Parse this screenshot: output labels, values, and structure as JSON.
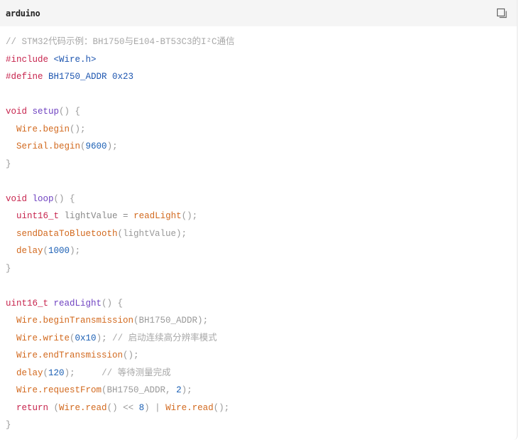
{
  "code_block": {
    "language_label": "arduino",
    "copy_icon": "copy-icon",
    "lines": [
      [
        {
          "t": "comment",
          "v": "// STM32代码示例：BH1750与E104-BT53C3的I²C通信"
        }
      ],
      [
        {
          "t": "directive",
          "v": "#include"
        },
        {
          "t": "plain",
          "v": " "
        },
        {
          "t": "include-path",
          "v": "<Wire.h>"
        }
      ],
      [
        {
          "t": "directive",
          "v": "#define"
        },
        {
          "t": "plain",
          "v": " "
        },
        {
          "t": "macro",
          "v": "BH1750_ADDR 0x23"
        }
      ],
      [],
      [
        {
          "t": "keyword",
          "v": "void"
        },
        {
          "t": "plain",
          "v": " "
        },
        {
          "t": "func-def",
          "v": "setup"
        },
        {
          "t": "punct",
          "v": "() {"
        }
      ],
      [
        {
          "t": "plain",
          "v": "  "
        },
        {
          "t": "func-call",
          "v": "Wire.begin"
        },
        {
          "t": "punct",
          "v": "();"
        }
      ],
      [
        {
          "t": "plain",
          "v": "  "
        },
        {
          "t": "func-call",
          "v": "Serial.begin"
        },
        {
          "t": "punct",
          "v": "("
        },
        {
          "t": "number",
          "v": "9600"
        },
        {
          "t": "punct",
          "v": ");"
        }
      ],
      [
        {
          "t": "punct",
          "v": "}"
        }
      ],
      [],
      [
        {
          "t": "keyword",
          "v": "void"
        },
        {
          "t": "plain",
          "v": " "
        },
        {
          "t": "func-def",
          "v": "loop"
        },
        {
          "t": "punct",
          "v": "() {"
        }
      ],
      [
        {
          "t": "plain",
          "v": "  "
        },
        {
          "t": "type",
          "v": "uint16_t"
        },
        {
          "t": "ident",
          "v": " lightValue = "
        },
        {
          "t": "func-call",
          "v": "readLight"
        },
        {
          "t": "punct",
          "v": "();"
        }
      ],
      [
        {
          "t": "plain",
          "v": "  "
        },
        {
          "t": "func-call",
          "v": "sendDataToBluetooth"
        },
        {
          "t": "punct",
          "v": "(lightValue);"
        }
      ],
      [
        {
          "t": "plain",
          "v": "  "
        },
        {
          "t": "func-call",
          "v": "delay"
        },
        {
          "t": "punct",
          "v": "("
        },
        {
          "t": "number",
          "v": "1000"
        },
        {
          "t": "punct",
          "v": ");"
        }
      ],
      [
        {
          "t": "punct",
          "v": "}"
        }
      ],
      [],
      [
        {
          "t": "type",
          "v": "uint16_t"
        },
        {
          "t": "plain",
          "v": " "
        },
        {
          "t": "func-def",
          "v": "readLight"
        },
        {
          "t": "punct",
          "v": "() {"
        }
      ],
      [
        {
          "t": "plain",
          "v": "  "
        },
        {
          "t": "func-call",
          "v": "Wire.beginTransmission"
        },
        {
          "t": "punct",
          "v": "(BH1750_ADDR);"
        }
      ],
      [
        {
          "t": "plain",
          "v": "  "
        },
        {
          "t": "func-call",
          "v": "Wire.write"
        },
        {
          "t": "punct",
          "v": "("
        },
        {
          "t": "number",
          "v": "0x10"
        },
        {
          "t": "punct",
          "v": "); "
        },
        {
          "t": "comment",
          "v": "// 启动连续高分辨率模式"
        }
      ],
      [
        {
          "t": "plain",
          "v": "  "
        },
        {
          "t": "func-call",
          "v": "Wire.endTransmission"
        },
        {
          "t": "punct",
          "v": "();"
        }
      ],
      [
        {
          "t": "plain",
          "v": "  "
        },
        {
          "t": "func-call",
          "v": "delay"
        },
        {
          "t": "punct",
          "v": "("
        },
        {
          "t": "number",
          "v": "120"
        },
        {
          "t": "punct",
          "v": ");     "
        },
        {
          "t": "comment",
          "v": "// 等待测量完成"
        }
      ],
      [
        {
          "t": "plain",
          "v": "  "
        },
        {
          "t": "func-call",
          "v": "Wire.requestFrom"
        },
        {
          "t": "punct",
          "v": "(BH1750_ADDR, "
        },
        {
          "t": "number",
          "v": "2"
        },
        {
          "t": "punct",
          "v": ");"
        }
      ],
      [
        {
          "t": "plain",
          "v": "  "
        },
        {
          "t": "keyword",
          "v": "return"
        },
        {
          "t": "punct",
          "v": " ("
        },
        {
          "t": "func-call",
          "v": "Wire.read"
        },
        {
          "t": "punct",
          "v": "() << "
        },
        {
          "t": "number",
          "v": "8"
        },
        {
          "t": "punct",
          "v": ") | "
        },
        {
          "t": "func-call",
          "v": "Wire.read"
        },
        {
          "t": "punct",
          "v": "();"
        }
      ],
      [
        {
          "t": "punct",
          "v": "}"
        }
      ]
    ]
  }
}
